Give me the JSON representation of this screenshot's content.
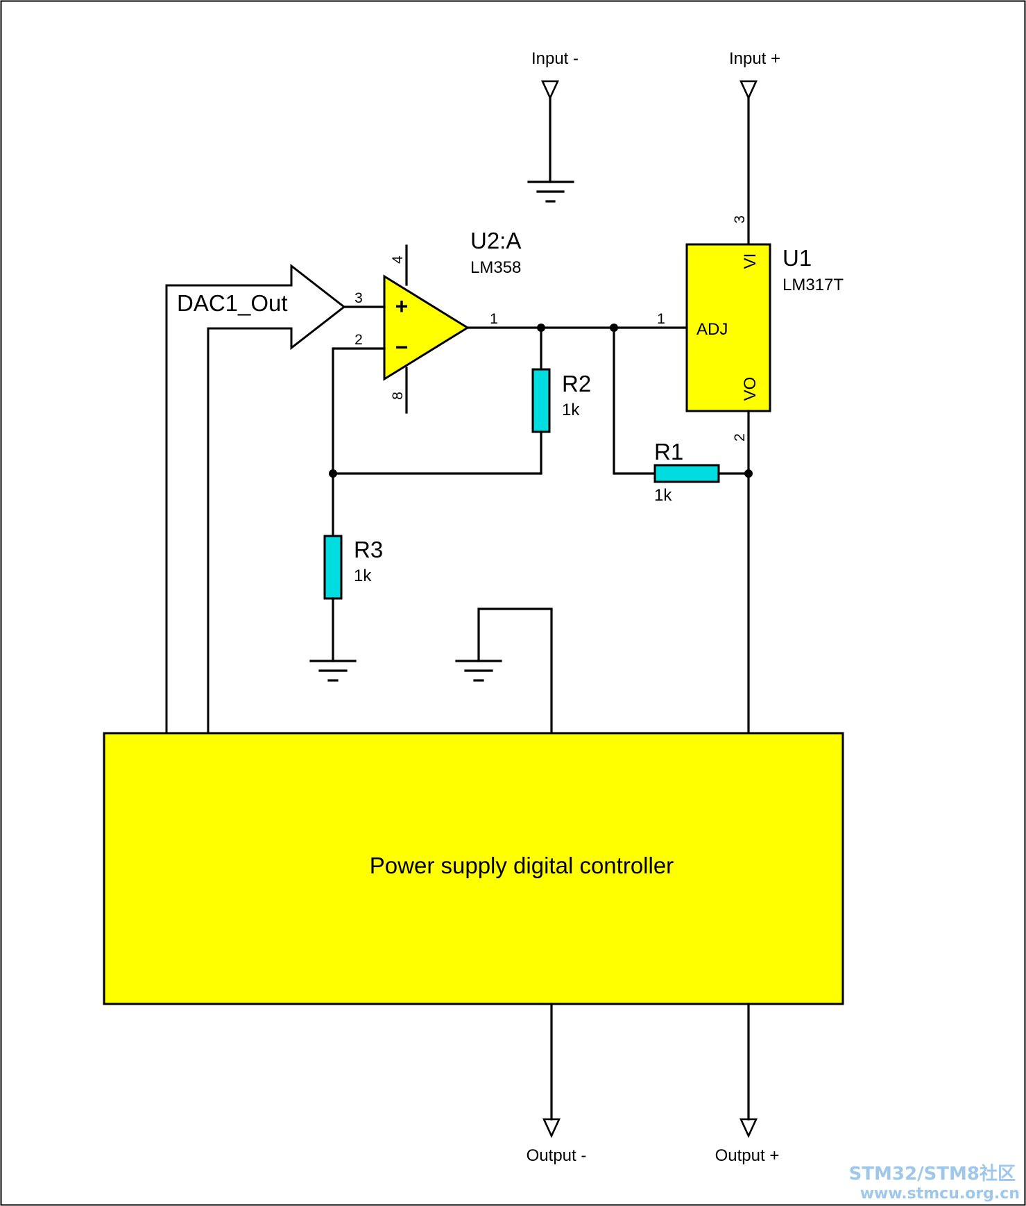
{
  "colors": {
    "component_fill": "#ffff00",
    "resistor_fill": "#00dde0",
    "wire": "#000000",
    "watermark": "#9ec7ea"
  },
  "terminals": {
    "input_minus": "Input -",
    "input_plus": "Input +",
    "output_minus": "Output -",
    "output_plus": "Output +"
  },
  "dac": {
    "label": "DAC1_Out"
  },
  "opamp": {
    "ref": "U2:A",
    "part": "LM358",
    "pins": {
      "power_top": "4",
      "power_bottom": "8",
      "noninv": "3",
      "inv": "2",
      "out": "1"
    },
    "plus_symbol": "+",
    "minus_symbol": "−"
  },
  "regulator": {
    "ref": "U1",
    "part": "LM317T",
    "pins": {
      "vi_num": "3",
      "adj_num": "1",
      "vo_num": "2"
    },
    "pin_names": {
      "vi": "VI",
      "adj": "ADJ",
      "vo": "VO"
    }
  },
  "resistors": [
    {
      "ref": "R1",
      "value": "1k"
    },
    {
      "ref": "R2",
      "value": "1k"
    },
    {
      "ref": "R3",
      "value": "1k"
    }
  ],
  "controller": {
    "label": "Power supply digital controller"
  },
  "watermark": {
    "line1": "STM32/STM8社区",
    "line2": "www.stmcu.org.cn"
  }
}
